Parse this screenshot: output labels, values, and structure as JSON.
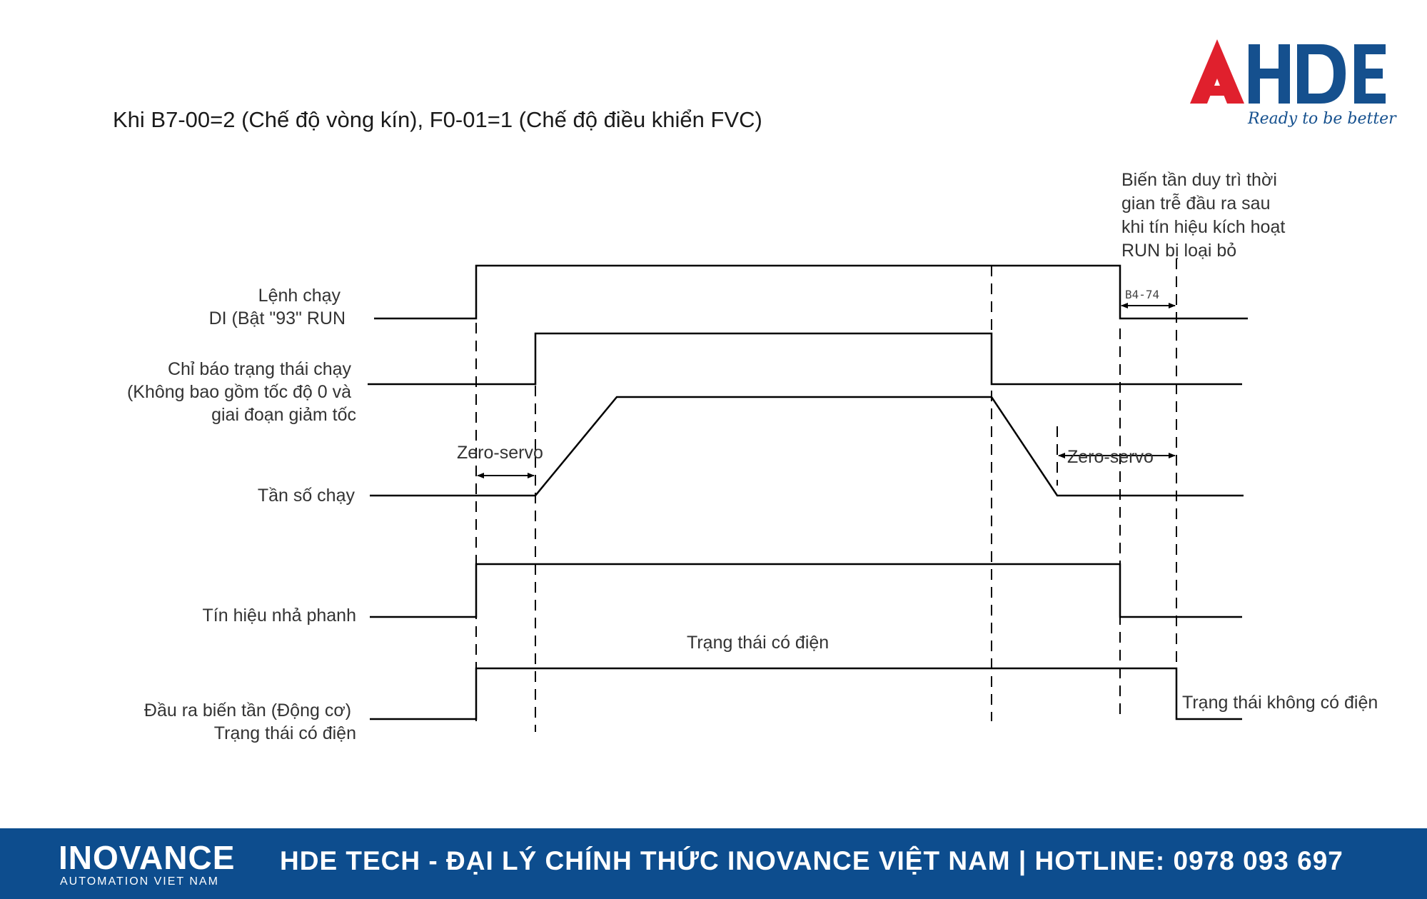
{
  "title": "Khi B7-00=2 (Chế độ vòng kín), F0-01=1 (Chế độ điều khiển FVC)",
  "logo": {
    "text": "AHDE",
    "tagline": "Ready to be better",
    "colors": {
      "red": "#e0202d",
      "blue": "#15508e"
    }
  },
  "signals": {
    "run_command": [
      "Lệnh chạy",
      "DI (Bật \"93\" RUN"
    ],
    "run_status": [
      "Chỉ báo trạng thái chạy",
      "(Không bao gồm tốc độ 0 và",
      "giai đoạn giảm tốc"
    ],
    "running_frequency": [
      "Tần số chạy"
    ],
    "brake_release": [
      "Tín hiệu nhả phanh"
    ],
    "inverter_output": [
      "Đầu ra biến tần (Động cơ)",
      "Trạng thái có điện"
    ]
  },
  "annotations": {
    "delay_note": [
      "Biến tần duy trì thời",
      "gian trễ đầu ra sau",
      "khi tín hiệu kích hoạt",
      "RUN bị loại bỏ"
    ],
    "param_code": "B4-74",
    "zero_servo_start": "Zero-servo",
    "zero_servo_end": "Zero-servo",
    "energized_state": "Trạng thái có điện",
    "deenergized_state": "Trạng thái không có điện"
  },
  "footer": {
    "brand": "INOVANCE",
    "brand_sub": "AUTOMATION VIET NAM",
    "hotline": "HDE TECH - ĐẠI LÝ CHÍNH THỨC INOVANCE VIỆT NAM | HOTLINE: 0978 093 697",
    "background": "#0d4d8e"
  }
}
